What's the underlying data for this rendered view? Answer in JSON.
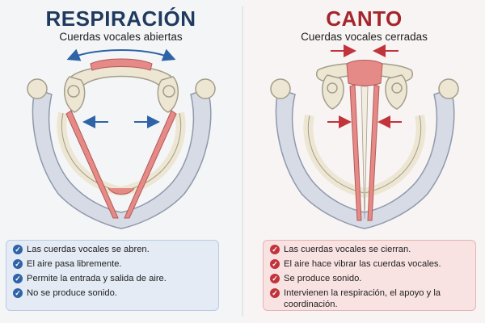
{
  "colors": {
    "blue_accent": "#2f63a7",
    "red_accent": "#c0343a",
    "title_blue": "#1f3a5f",
    "title_red": "#a4252b",
    "cartilage": "#ede6d2",
    "muscle": "#e58a86"
  },
  "panels": [
    {
      "title": "RESPIRACIÓN",
      "subtitle": "Cuerdas vocales abiertas",
      "state": "open",
      "points": [
        "Las cuerdas vocales se abren.",
        "El aire pasa libremente.",
        "Permite la entrada y salida de aire.",
        "No se produce sonido."
      ]
    },
    {
      "title": "CANTO",
      "subtitle": "Cuerdas vocales cerradas",
      "state": "closed",
      "points": [
        "Las cuerdas vocales se cierran.",
        "El aire hace vibrar las cuerdas vocales.",
        "Se produce sonido.",
        "Intervienen la respiración, el apoyo y la coordinación."
      ]
    }
  ],
  "icons": {
    "bullet": "check-circle-icon",
    "arrow": "arrow-icon"
  }
}
